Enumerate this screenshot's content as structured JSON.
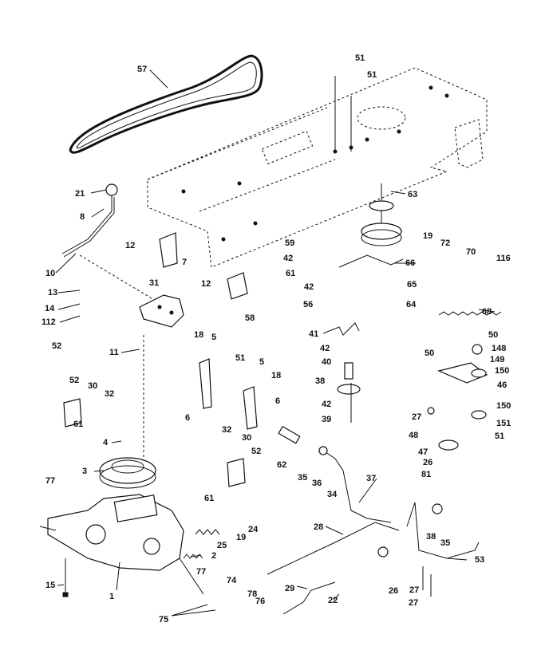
{
  "callouts": [
    "57",
    "51",
    "51",
    "21",
    "8",
    "12",
    "7",
    "31",
    "10",
    "13",
    "14",
    "112",
    "12",
    "58",
    "11",
    "18",
    "5",
    "51",
    "5",
    "18",
    "6",
    "6",
    "52",
    "52",
    "30",
    "32",
    "61",
    "4",
    "3",
    "32",
    "30",
    "52",
    "61",
    "77",
    "15",
    "1",
    "2",
    "25",
    "19",
    "24",
    "77",
    "74",
    "75",
    "78",
    "76",
    "63",
    "19",
    "72",
    "70",
    "116",
    "59",
    "42",
    "61",
    "66",
    "42",
    "56",
    "65",
    "64",
    "68",
    "41",
    "42",
    "40",
    "38",
    "42",
    "39",
    "50",
    "50",
    "148",
    "149",
    "150",
    "46",
    "150",
    "27",
    "151",
    "48",
    "47",
    "26",
    "81",
    "51",
    "62",
    "35",
    "36",
    "34",
    "37",
    "28",
    "29",
    "22",
    "38",
    "35",
    "53",
    "26",
    "27",
    "27"
  ]
}
